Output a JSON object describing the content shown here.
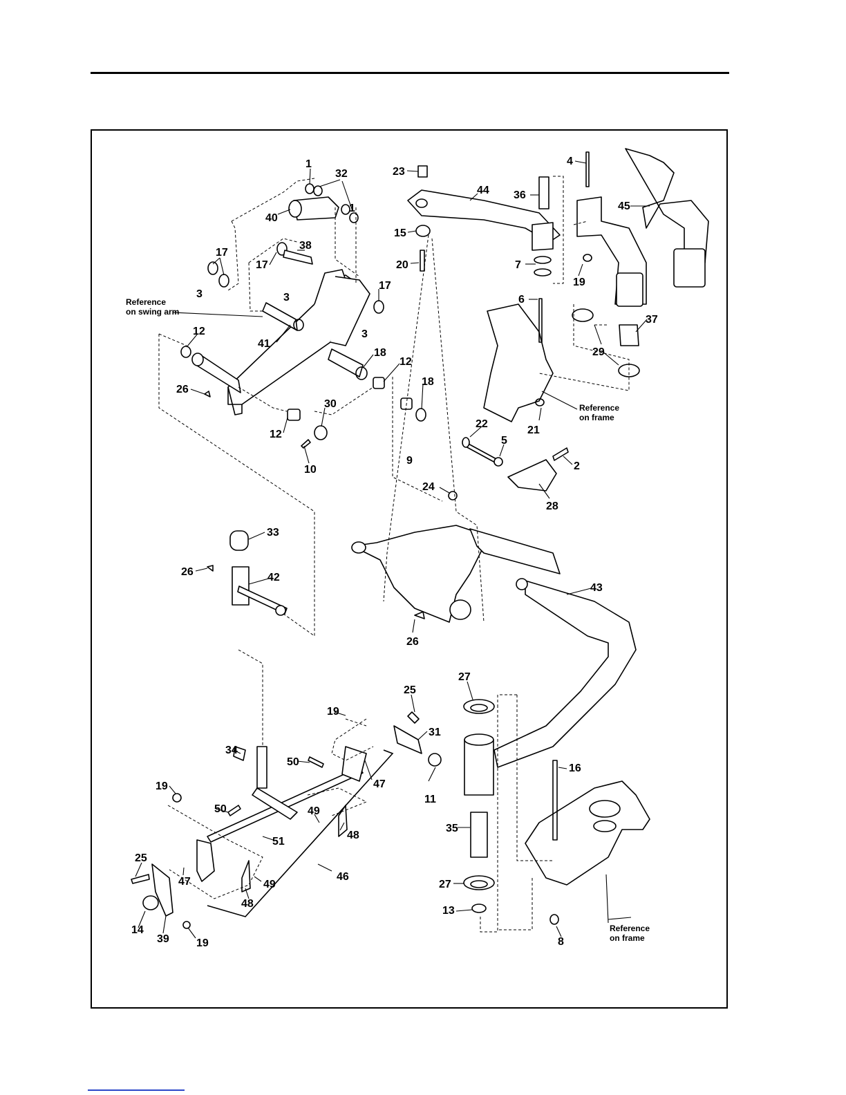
{
  "diagram": {
    "callouts": [
      {
        "id": "1a",
        "text": "1"
      },
      {
        "id": "32",
        "text": "32"
      },
      {
        "id": "1b",
        "text": "1"
      },
      {
        "id": "40",
        "text": "40"
      },
      {
        "id": "17a",
        "text": "17"
      },
      {
        "id": "3a",
        "text": "3"
      },
      {
        "id": "38",
        "text": "38"
      },
      {
        "id": "17b",
        "text": "17"
      },
      {
        "id": "3b",
        "text": "3"
      },
      {
        "id": "17c",
        "text": "17"
      },
      {
        "id": "3c",
        "text": "3"
      },
      {
        "id": "12a",
        "text": "12"
      },
      {
        "id": "41",
        "text": "41"
      },
      {
        "id": "18a",
        "text": "18"
      },
      {
        "id": "12b",
        "text": "12"
      },
      {
        "id": "18b",
        "text": "18"
      },
      {
        "id": "26a",
        "text": "26"
      },
      {
        "id": "30",
        "text": "30"
      },
      {
        "id": "12c",
        "text": "12"
      },
      {
        "id": "10",
        "text": "10"
      },
      {
        "id": "9",
        "text": "9"
      },
      {
        "id": "23",
        "text": "23"
      },
      {
        "id": "44",
        "text": "44"
      },
      {
        "id": "36",
        "text": "36"
      },
      {
        "id": "4",
        "text": "4"
      },
      {
        "id": "45",
        "text": "45"
      },
      {
        "id": "15",
        "text": "15"
      },
      {
        "id": "20",
        "text": "20"
      },
      {
        "id": "7",
        "text": "7"
      },
      {
        "id": "19a",
        "text": "19"
      },
      {
        "id": "6",
        "text": "6"
      },
      {
        "id": "37",
        "text": "37"
      },
      {
        "id": "29",
        "text": "29"
      },
      {
        "id": "21",
        "text": "21"
      },
      {
        "id": "22",
        "text": "22"
      },
      {
        "id": "5",
        "text": "5"
      },
      {
        "id": "2",
        "text": "2"
      },
      {
        "id": "24",
        "text": "24"
      },
      {
        "id": "28",
        "text": "28"
      },
      {
        "id": "33",
        "text": "33"
      },
      {
        "id": "26b",
        "text": "26"
      },
      {
        "id": "42",
        "text": "42"
      },
      {
        "id": "43",
        "text": "43"
      },
      {
        "id": "26c",
        "text": "26"
      },
      {
        "id": "27a",
        "text": "27"
      },
      {
        "id": "25a",
        "text": "25"
      },
      {
        "id": "19b",
        "text": "19"
      },
      {
        "id": "31",
        "text": "31"
      },
      {
        "id": "34",
        "text": "34"
      },
      {
        "id": "50a",
        "text": "50"
      },
      {
        "id": "11",
        "text": "11"
      },
      {
        "id": "47a",
        "text": "47"
      },
      {
        "id": "19c",
        "text": "19"
      },
      {
        "id": "16",
        "text": "16"
      },
      {
        "id": "50b",
        "text": "50"
      },
      {
        "id": "49a",
        "text": "49"
      },
      {
        "id": "48a",
        "text": "48"
      },
      {
        "id": "51",
        "text": "51"
      },
      {
        "id": "35",
        "text": "35"
      },
      {
        "id": "25b",
        "text": "25"
      },
      {
        "id": "47b",
        "text": "47"
      },
      {
        "id": "49b",
        "text": "49"
      },
      {
        "id": "46",
        "text": "46"
      },
      {
        "id": "27b",
        "text": "27"
      },
      {
        "id": "48b",
        "text": "48"
      },
      {
        "id": "13",
        "text": "13"
      },
      {
        "id": "14",
        "text": "14"
      },
      {
        "id": "39",
        "text": "39"
      },
      {
        "id": "19d",
        "text": "19"
      },
      {
        "id": "8",
        "text": "8"
      }
    ],
    "reference_labels": {
      "swing_arm": [
        "Reference",
        "on swing arm"
      ],
      "frame_upper": [
        "Reference",
        "on frame"
      ],
      "frame_lower": [
        "Reference",
        "on frame"
      ]
    }
  }
}
